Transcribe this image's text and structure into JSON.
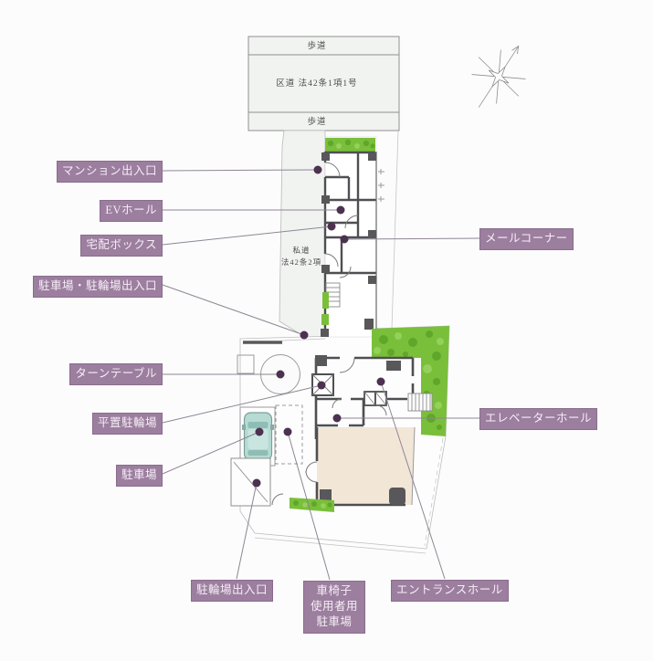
{
  "roads": {
    "sidewalk_top": "歩道",
    "ward_road": "区道 法42条1項1号",
    "sidewalk_bottom": "歩道",
    "private_road_line1": "私道",
    "private_road_line2": "法42条2項"
  },
  "callouts": {
    "mansion_entrance": "マンション出入口",
    "ev_hall": "EVホール",
    "delivery_box": "宅配ボックス",
    "parking_bicycle_entrance": "駐車場・駐輪場出入口",
    "turntable": "ターンテーブル",
    "flat_bicycle_parking": "平置駐輪場",
    "parking": "駐車場",
    "mail_corner": "メールコーナー",
    "elevator_hall": "エレベーターホール",
    "bicycle_parking_entrance": "駐輪場出入口",
    "wheelchair_parking_line1": "車椅子",
    "wheelchair_parking_line2": "使用者用",
    "wheelchair_parking_line3": "駐車場",
    "entrance_hall": "エントランスホール"
  },
  "icons": {
    "compass": "north-star-icon",
    "leader_dot": "callout-anchor-dot"
  },
  "colors": {
    "label_bg": "#9c7e9f",
    "label_border": "#8a6c8d",
    "label_text": "#f6eef6",
    "green_base": "#7abf3a",
    "green_dark": "#5fa72b",
    "green_light": "#94d05c",
    "wall": "#4f4f52",
    "beige_floor": "#f2e6d7",
    "car_body": "#b5dbd3",
    "road_fill": "#f1f3f1",
    "anchor_dot": "#4c3150"
  }
}
